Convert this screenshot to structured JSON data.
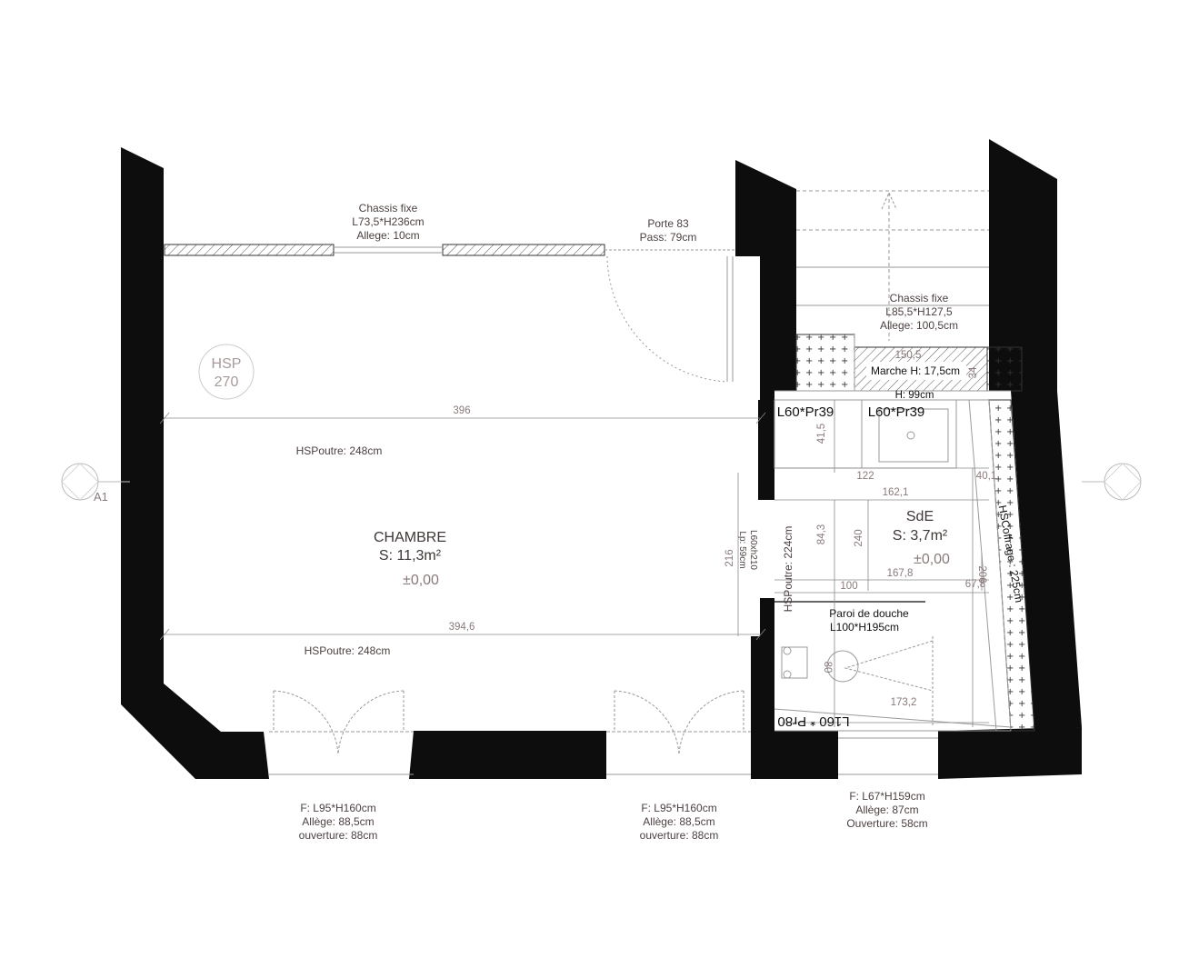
{
  "rooms": {
    "chambre": {
      "name": "CHAMBRE",
      "surface": "S: 11,3m²",
      "level": "±0,00"
    },
    "sde": {
      "name": "SdE",
      "surface": "S: 3,7m²",
      "level": "±0,00"
    }
  },
  "hsp": {
    "label": "HSP",
    "value": "270"
  },
  "axis": {
    "label": "A1"
  },
  "windows": {
    "top_fixed": {
      "line1": "Chassis fixe",
      "line2": "L73,5*H236cm",
      "line3": "Allege: 10cm"
    },
    "stair_fixed": {
      "line1": "Chassis fixe",
      "line2": "L85,5*H127,5",
      "line3": "Allege: 100,5cm"
    },
    "bottom_left": {
      "line1": "F: L95*H160cm",
      "line2": "Allège: 88,5cm",
      "line3": "ouverture: 88cm"
    },
    "bottom_mid": {
      "line1": "F: L95*H160cm",
      "line2": "Allège: 88,5cm",
      "line3": "ouverture: 88cm"
    },
    "bottom_right": {
      "line1": "F: L67*H159cm",
      "line2": "Allège: 87cm",
      "line3": "Ouverture: 58cm"
    }
  },
  "door": {
    "line1": "Porte 83",
    "line2": "Pass: 79cm"
  },
  "beams": {
    "top": "HSPoutre: 248cm",
    "bottom": "HSPoutre: 248cm",
    "sde": "HSPoutre: 224cm"
  },
  "coffrage": "HSCoffrage : 225cm",
  "step": {
    "label": "Marche H: 17,5cm",
    "width": "150,5",
    "depth": "34",
    "height": "H: 99cm"
  },
  "cabinets": {
    "left": "L60*Pr39",
    "right": "L60*Pr39",
    "bottom": "L160 * Pr80"
  },
  "shower": {
    "line1": "Paroi de douche",
    "line2": "L100*H195cm"
  },
  "bay": {
    "line1": "L60xh210",
    "line2": "Lp: 59cm"
  },
  "dims": {
    "d396": "396",
    "d3946": "394,6",
    "d216": "216",
    "d415": "41,5",
    "d122": "122",
    "d401": "40,1",
    "d1621": "162,1",
    "d843": "84,3",
    "d240": "240",
    "d1678": "167,8",
    "d206": "206",
    "d100": "100",
    "d678": "67,8",
    "d1732": "173,2",
    "d80": "80"
  }
}
